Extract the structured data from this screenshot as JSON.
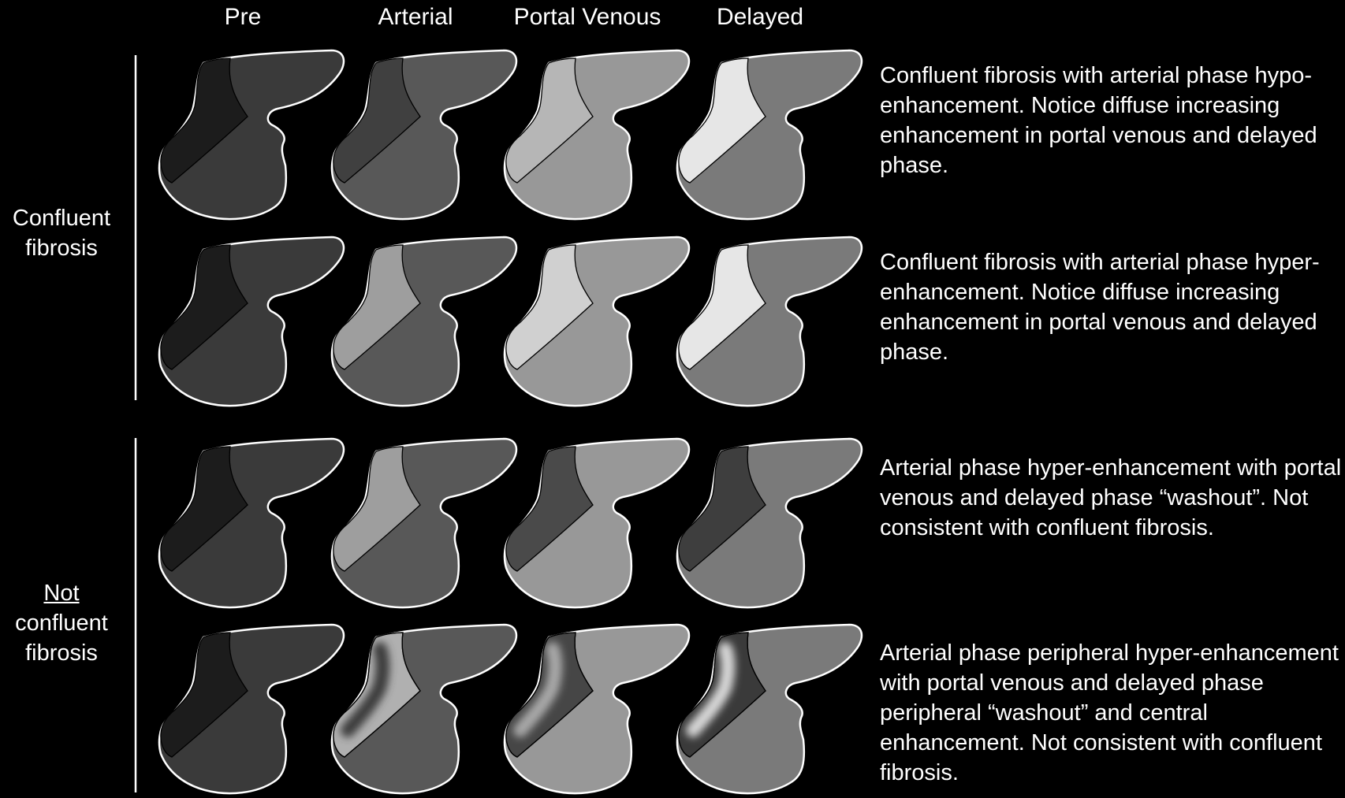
{
  "phases": [
    "Pre",
    "Arterial",
    "Portal Venous",
    "Delayed"
  ],
  "groups": [
    {
      "line1": "Confluent",
      "line2": "fibrosis"
    },
    {
      "line1": "Not",
      "line2": "confluent",
      "line3": "fibrosis"
    }
  ],
  "rows": [
    {
      "description": "Confluent fibrosis with arterial phase hypo-enhancement. Notice diffuse increasing enhancement in portal venous and delayed phase.",
      "cells": [
        {
          "parenchyma": "#3a3a3a",
          "lesion": "#1c1c1c"
        },
        {
          "parenchyma": "#585858",
          "lesion": "#404040"
        },
        {
          "parenchyma": "#989898",
          "lesion": "#b6b6b6"
        },
        {
          "parenchyma": "#7a7a7a",
          "lesion": "#e6e6e6"
        }
      ]
    },
    {
      "description": "Confluent fibrosis with arterial phase hyper-enhancement. Notice diffuse increasing enhancement in portal venous and delayed phase.",
      "cells": [
        {
          "parenchyma": "#3a3a3a",
          "lesion": "#1c1c1c"
        },
        {
          "parenchyma": "#585858",
          "lesion": "#9e9e9e"
        },
        {
          "parenchyma": "#989898",
          "lesion": "#d0d0d0"
        },
        {
          "parenchyma": "#7a7a7a",
          "lesion": "#e6e6e6"
        }
      ]
    },
    {
      "description": "Arterial phase hyper-enhancement with portal venous and delayed phase “washout”. Not consistent with confluent fibrosis.",
      "cells": [
        {
          "parenchyma": "#3a3a3a",
          "lesion": "#1c1c1c"
        },
        {
          "parenchyma": "#585858",
          "lesion": "#9e9e9e"
        },
        {
          "parenchyma": "#989898",
          "lesion": "#4a4a4a"
        },
        {
          "parenchyma": "#7a7a7a",
          "lesion": "#3e3e3e"
        }
      ]
    },
    {
      "description": "Arterial phase peripheral hyper-enhancement with portal venous and delayed phase peripheral “washout” and central enhancement. Not consistent with confluent fibrosis.",
      "cells": [
        {
          "parenchyma": "#3a3a3a",
          "lesion": "#1c1c1c",
          "pattern": "flat"
        },
        {
          "parenchyma": "#585858",
          "lesion": "#b0b0b0",
          "pattern": "rim",
          "center": "#3c3c3c"
        },
        {
          "parenchyma": "#989898",
          "lesion": "#464646",
          "pattern": "rim",
          "center": "#a8a8a8"
        },
        {
          "parenchyma": "#7a7a7a",
          "lesion": "#3a3a3a",
          "pattern": "rim",
          "center": "#d6d6d6"
        }
      ]
    }
  ],
  "colors": {
    "background": "#000000",
    "outline": "#ffffff",
    "text": "#ffffff"
  }
}
